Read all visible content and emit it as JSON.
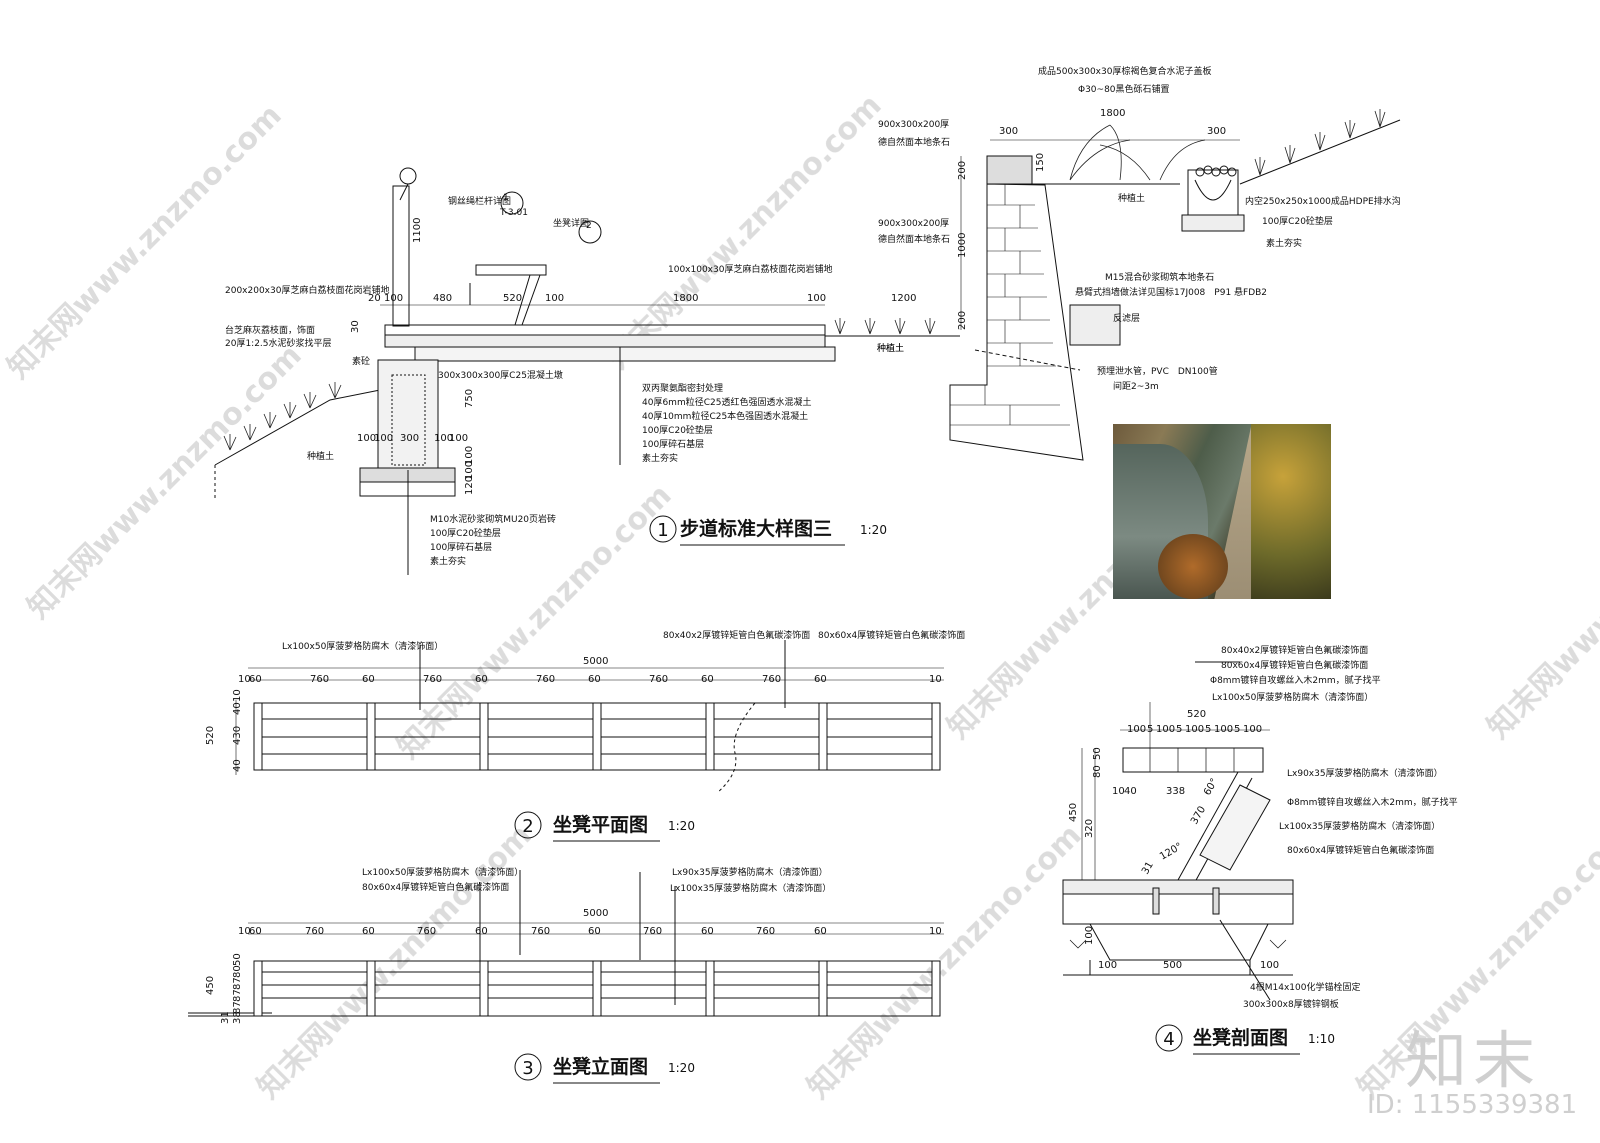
{
  "detail1": {
    "title": "步道标准大样图三",
    "num": "1",
    "scale": "1:20",
    "notes": [
      "钢丝绳栏杆详图",
      "1",
      "T-3.01",
      "坐凳详图",
      "2",
      "200x200x30厚芝麻白荔枝面花岗岩铺地",
      "台芝麻灰荔枝面，饰面",
      "20厚1:2.5水泥砂浆找平层",
      "100x100x30厚芝麻白荔枝面花岗岩铺地",
      "300x300x300厚C25混凝土墩",
      "素砼",
      "种植土",
      "M10水泥砂浆砌筑MU20页岩砖",
      "100厚C20砼垫层",
      "100厚碎石基层",
      "素土夯实",
      "双丙聚氨酯密封处理",
      "40厚6mm粒径C25透红色强固透水混凝土",
      "40厚10mm粒径C25本色强固透水混凝土",
      "100厚C20砼垫层",
      "100厚碎石基层",
      "素土夯实",
      "种植土"
    ],
    "dims": [
      "1100",
      "20",
      "100",
      "480",
      "520",
      "100",
      "1800",
      "100",
      "1200",
      "30",
      "750",
      "100",
      "100",
      "300",
      "100",
      "100",
      "100",
      "100",
      "120"
    ]
  },
  "detail_wall": {
    "notes": [
      "成品500x300x30厚棕褐色复合水泥子盖板",
      "Φ30~80黑色砾石铺置",
      "900x300x200厚",
      "德自然面本地条石",
      "900x300x200厚",
      "德自然面本地条石",
      "种植土",
      "内空250x250x1000成品HDPE排水沟",
      "100厚C20砼垫层",
      "素土夯实",
      "M15混合砂浆砌筑本地条石",
      "悬臂式挡墙做法详见国标17J008　P91 悬FDB2",
      "反滤层",
      "种植土",
      "预埋泄水管，PVC　DN100管",
      "间距2~3m"
    ],
    "dims": [
      "1800",
      "300",
      "300",
      "150",
      "200",
      "1000",
      "200"
    ]
  },
  "detail2": {
    "title": "坐凳平面图",
    "num": "2",
    "scale": "1:20",
    "notes": [
      "Lx100x50厚菠萝格防腐木（清漆饰面）",
      "80x40x2厚镀锌矩管白色氟碳漆饰面",
      "80x60x4厚镀锌矩管白色氟碳漆饰面"
    ],
    "total": "5000",
    "dims": [
      "10",
      "60",
      "760",
      "60",
      "760",
      "60",
      "760",
      "60",
      "760",
      "60",
      "760",
      "60",
      "10"
    ],
    "vdims": [
      "520",
      "10",
      "430",
      "40",
      "40"
    ]
  },
  "detail3": {
    "title": "坐凳立面图",
    "num": "3",
    "scale": "1:20",
    "notes": [
      "Lx100x50厚菠萝格防腐木（清漆饰面）",
      "80x60x4厚镀锌矩管白色氟碳漆饰面",
      "Lx90x35厚菠萝格防腐木（清漆饰面）",
      "Lx100x35厚菠萝格防腐木（清漆饰面）"
    ],
    "total": "5000",
    "dims": [
      "10",
      "60",
      "760",
      "60",
      "760",
      "60",
      "760",
      "60",
      "760",
      "60",
      "760",
      "60",
      "10"
    ],
    "vdims": [
      "450",
      "50",
      "80",
      "87",
      "87",
      "87",
      "38",
      "31"
    ]
  },
  "detail4": {
    "title": "坐凳剖面图",
    "num": "4",
    "scale": "1:10",
    "notes": [
      "80x40x2厚镀锌矩管白色氟碳漆饰面",
      "80x60x4厚镀锌矩管白色氟碳漆饰面",
      "Φ8mm镀锌自攻螺丝入木2mm，腻子找平",
      "Lx100x50厚菠萝格防腐木（清漆饰面）",
      "Lx90x35厚菠萝格防腐木（清漆饰面）",
      "Φ8mm镀锌自攻螺丝入木2mm，腻子找平",
      "Lx100x35厚菠萝格防腐木（清漆饰面）",
      "80x60x4厚镀锌矩管白色氟碳漆饰面",
      "4根M14x100化学锚栓固定",
      "300x300x8厚镀锌钢板"
    ],
    "dims": [
      "520",
      "100",
      "5",
      "100",
      "5",
      "100",
      "5",
      "100",
      "5",
      "100",
      "80",
      "50",
      "10",
      "40",
      "338",
      "60°",
      "370",
      "450",
      "320",
      "120°",
      "31",
      "100",
      "100",
      "500",
      "100"
    ]
  },
  "watermark": {
    "text": "知末网www.znzmo.com",
    "logo": "知末",
    "id": "ID: 1155339381"
  }
}
